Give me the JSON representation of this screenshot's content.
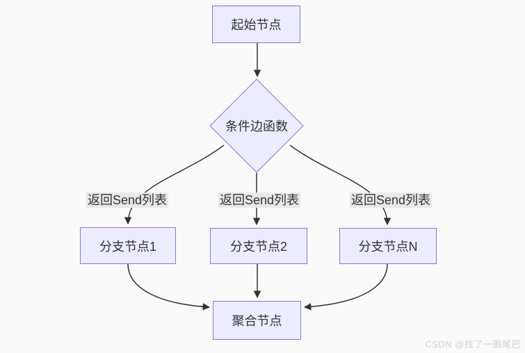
{
  "diagram": {
    "type": "flowchart",
    "nodes": {
      "start": {
        "label": "起始节点",
        "shape": "rect"
      },
      "condition": {
        "label": "条件边函数",
        "shape": "diamond"
      },
      "branch1": {
        "label": "分支节点1",
        "shape": "rect"
      },
      "branch2": {
        "label": "分支节点2",
        "shape": "rect"
      },
      "branchN": {
        "label": "分支节点N",
        "shape": "rect"
      },
      "aggregate": {
        "label": "聚合节点",
        "shape": "rect"
      }
    },
    "edges": [
      {
        "from": "start",
        "to": "condition",
        "label": ""
      },
      {
        "from": "condition",
        "to": "branch1",
        "label": "返回Send列表"
      },
      {
        "from": "condition",
        "to": "branch2",
        "label": "返回Send列表"
      },
      {
        "from": "condition",
        "to": "branchN",
        "label": "返回Send列表"
      },
      {
        "from": "branch1",
        "to": "aggregate",
        "label": ""
      },
      {
        "from": "branch2",
        "to": "aggregate",
        "label": ""
      },
      {
        "from": "branchN",
        "to": "aggregate",
        "label": ""
      }
    ],
    "edge_labels": [
      "返回Send列表",
      "返回Send列表",
      "返回Send列表"
    ],
    "colors": {
      "node_fill": "#ECECFF",
      "node_border": "#9370DB",
      "edge_stroke": "#333333",
      "edge_label_bg": "#e8e8e8",
      "text": "#333333",
      "background": "#fafafa",
      "watermark_text": "#d2d2d2"
    }
  },
  "watermark": {
    "text": "CSDN @找了一圈尾巴"
  }
}
